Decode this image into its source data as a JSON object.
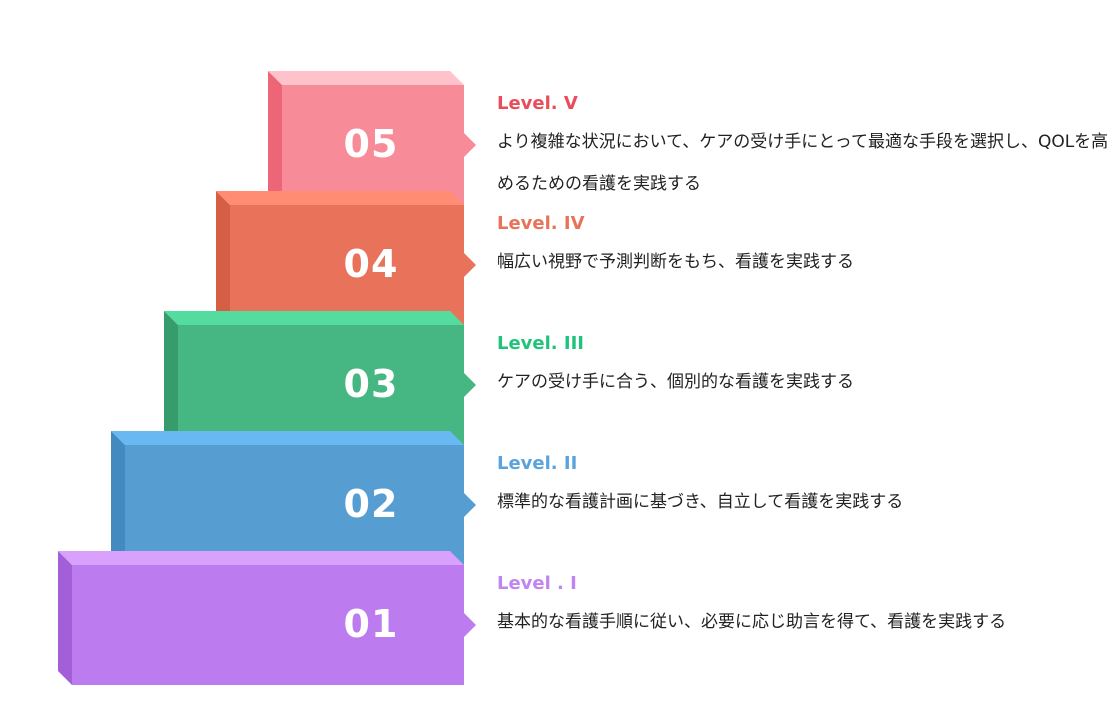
{
  "steps": [
    {
      "number": "05",
      "level": "Level. V",
      "text": "より複雑な状況において、ケアの受け手にとって最適な手段を選択し、QOLを高めるための看護を実践する",
      "front": "#f88b98",
      "top": "#ffc2cb",
      "side": "#ec6677",
      "label": "#e94c5b"
    },
    {
      "number": "04",
      "level": "Level. IV",
      "text": "幅広い視野で予測判断をもち、看護を実践する",
      "front": "#e8735a",
      "top": "#ff8c73",
      "side": "#d55e45",
      "label": "#e8735a"
    },
    {
      "number": "03",
      "level": "Level. III",
      "text": "ケアの受け手に合う、個別的な看護を実践する",
      "front": "#46b683",
      "top": "#53dc9d",
      "side": "#379c6c",
      "label": "#21c27a"
    },
    {
      "number": "02",
      "level": "Level.  II",
      "text": "標準的な看護計画に基づき、自立して看護を実践する",
      "front": "#569ed2",
      "top": "#68b8f2",
      "side": "#438ac0",
      "label": "#5aa3dc"
    },
    {
      "number": "01",
      "level": "Level . I",
      "text": "基本的な看護手順に従い、必要に応じ助言を得て、看護を実践する",
      "front": "#bc7bee",
      "top": "#d8a1fc",
      "side": "#a25fd8",
      "label": "#c185ef"
    }
  ]
}
